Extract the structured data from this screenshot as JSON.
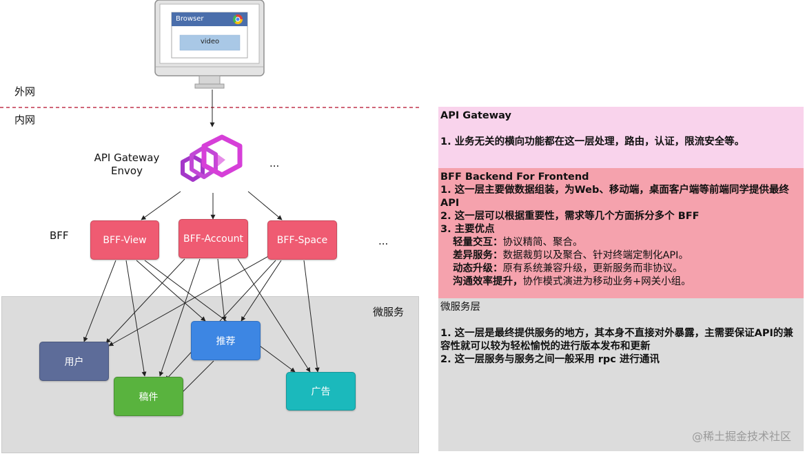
{
  "zones": {
    "external": "外网",
    "internal": "内网",
    "microservices": "微服务"
  },
  "monitor": {
    "browser_title": "Browser",
    "video_label": "video"
  },
  "gateway": {
    "line1": "API Gateway",
    "line2": "Envoy",
    "ellipsis": "..."
  },
  "bff": {
    "label": "BFF",
    "nodes": [
      "BFF-View",
      "BFF-Account",
      "BFF-Space"
    ],
    "ellipsis": "..."
  },
  "services": {
    "user": "用户",
    "recommend": "推荐",
    "draft": "稿件",
    "ads": "广告"
  },
  "colors": {
    "bff": "#ef5b72",
    "user": "#5d6c99",
    "recommend": "#3d86e3",
    "draft": "#59b33e",
    "ads": "#1bb9bc",
    "divider": "#c0334b",
    "gateway_panel": "#f9d3ec",
    "bff_panel": "#f5a2ad",
    "ms_panel": "#dcdcdc"
  },
  "panels": {
    "gateway": {
      "title": "API Gateway",
      "point1": "1. 业务无关的横向功能都在这一层处理，路由，认证，限流安全等。"
    },
    "bff": {
      "title": "BFF Backend For Frontend",
      "point1": "1. 这一层主要做数据组装，为Web、移动端，桌面客户端等前端同学提供最终API",
      "point2": "2. 这一层可以根据重要性，需求等几个方面拆分多个 BFF",
      "point3": "3. 主要优点",
      "advantages": [
        {
          "term": "轻量交互：",
          "desc": "协议精简、聚合。"
        },
        {
          "term": "差异服务：",
          "desc": "数据裁剪以及聚合、针对终端定制化API。"
        },
        {
          "term": "动态升级：",
          "desc": "原有系统兼容升级，更新服务而非协议。"
        },
        {
          "term": "沟通效率提升，",
          "desc": "协作模式演进为移动业务+网关小组。"
        }
      ]
    },
    "ms": {
      "title": "微服务层",
      "point1": "1. 这一层是最终提供服务的地方，其本身不直接对外暴露，主需要保证API的兼容性就可以较为轻松愉悦的进行版本发布和更新",
      "point2": "2. 这一层服务与服务之间一般采用 rpc 进行通讯"
    }
  },
  "watermark": "@稀土掘金技术社区"
}
